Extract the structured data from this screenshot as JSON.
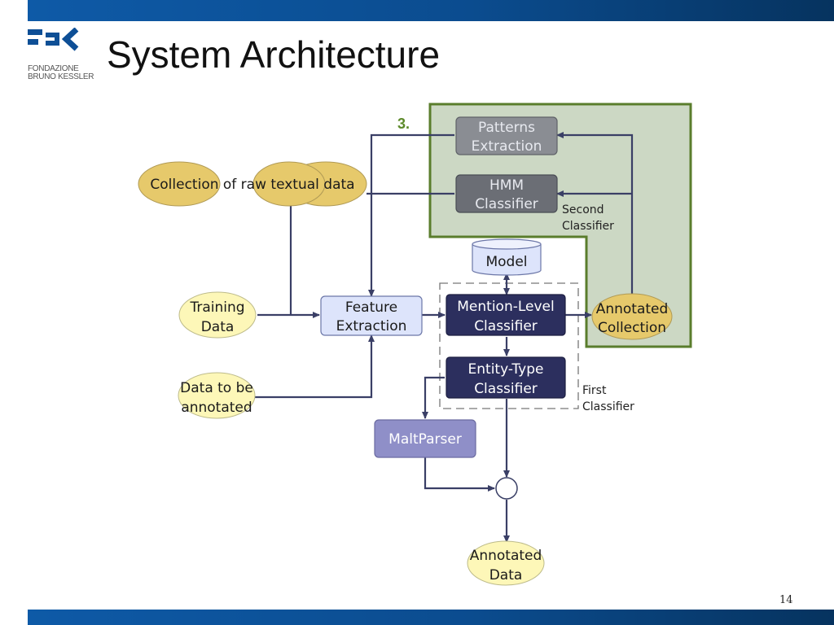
{
  "header": {
    "title": "System Architecture",
    "logo_line1": "FONDAZIONE",
    "logo_line2": "BRUNO KESSLER",
    "logo_icon": "fbk-logo-icon"
  },
  "footer": {
    "page_number": "14"
  },
  "diagram": {
    "step_label": "3.",
    "nodes": {
      "raw_data": "Collection of raw textual data",
      "training_l1": "Training",
      "training_l2": "Data",
      "to_annotate_l1": "Data to be",
      "to_annotate_l2": "annotated",
      "feature_l1": "Feature",
      "feature_l2": "Extraction",
      "patterns_l1": "Patterns",
      "patterns_l2": "Extraction",
      "hmm_l1": "HMM",
      "hmm_l2": "Classifier",
      "model": "Model",
      "mention_l1": "Mention-Level",
      "mention_l2": "Classifier",
      "entity_l1": "Entity-Type",
      "entity_l2": "Classifier",
      "malt": "MaltParser",
      "annot_coll_l1": "Annotated",
      "annot_coll_l2": "Collection",
      "annot_data_l1": "Annotated",
      "annot_data_l2": "Data"
    },
    "notes": {
      "second_l1": "Second",
      "second_l2": "Classifier",
      "first_l1": "First",
      "first_l2": "Classifier"
    },
    "colors": {
      "green_box_fill": "#ccd8c4",
      "green_box_border": "#5a7d2c",
      "tan_ellipse": "#e6c96b",
      "yellow_ellipse": "#fdf7b8",
      "gray_box": "#777a80",
      "dark_box": "#2c2f5e",
      "light_box": "#dde4fb",
      "malt_box": "#8f8fc8"
    }
  }
}
